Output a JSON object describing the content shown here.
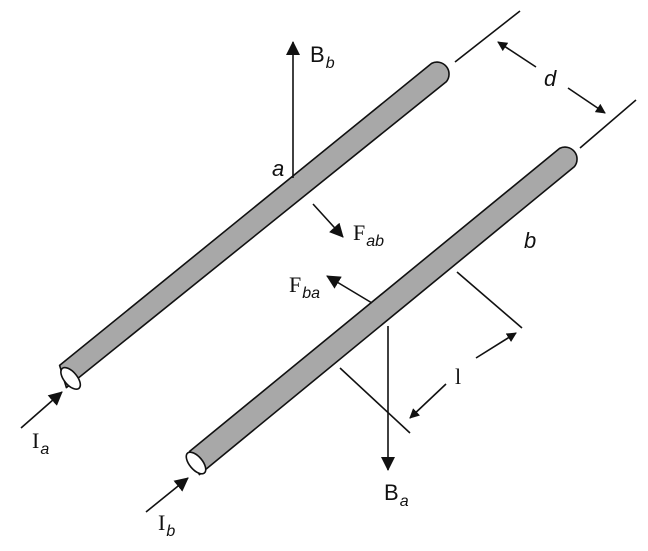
{
  "diagram": {
    "labels": {
      "current_a": {
        "main": "I",
        "sub": "a"
      },
      "current_b": {
        "main": "I",
        "sub": "b"
      },
      "field_b": {
        "main": "B",
        "sub": "b"
      },
      "field_a": {
        "main": "B",
        "sub": "a"
      },
      "force_ab": {
        "main": "F",
        "sub": "ab"
      },
      "force_ba": {
        "main": "F",
        "sub": "ba"
      },
      "wire_a": "a",
      "wire_b": "b",
      "separation": "d",
      "length": "l"
    },
    "colors": {
      "rod_light": "#f4f4f4",
      "rod_dark": "#b4b4b4",
      "stroke": "#111111"
    }
  }
}
